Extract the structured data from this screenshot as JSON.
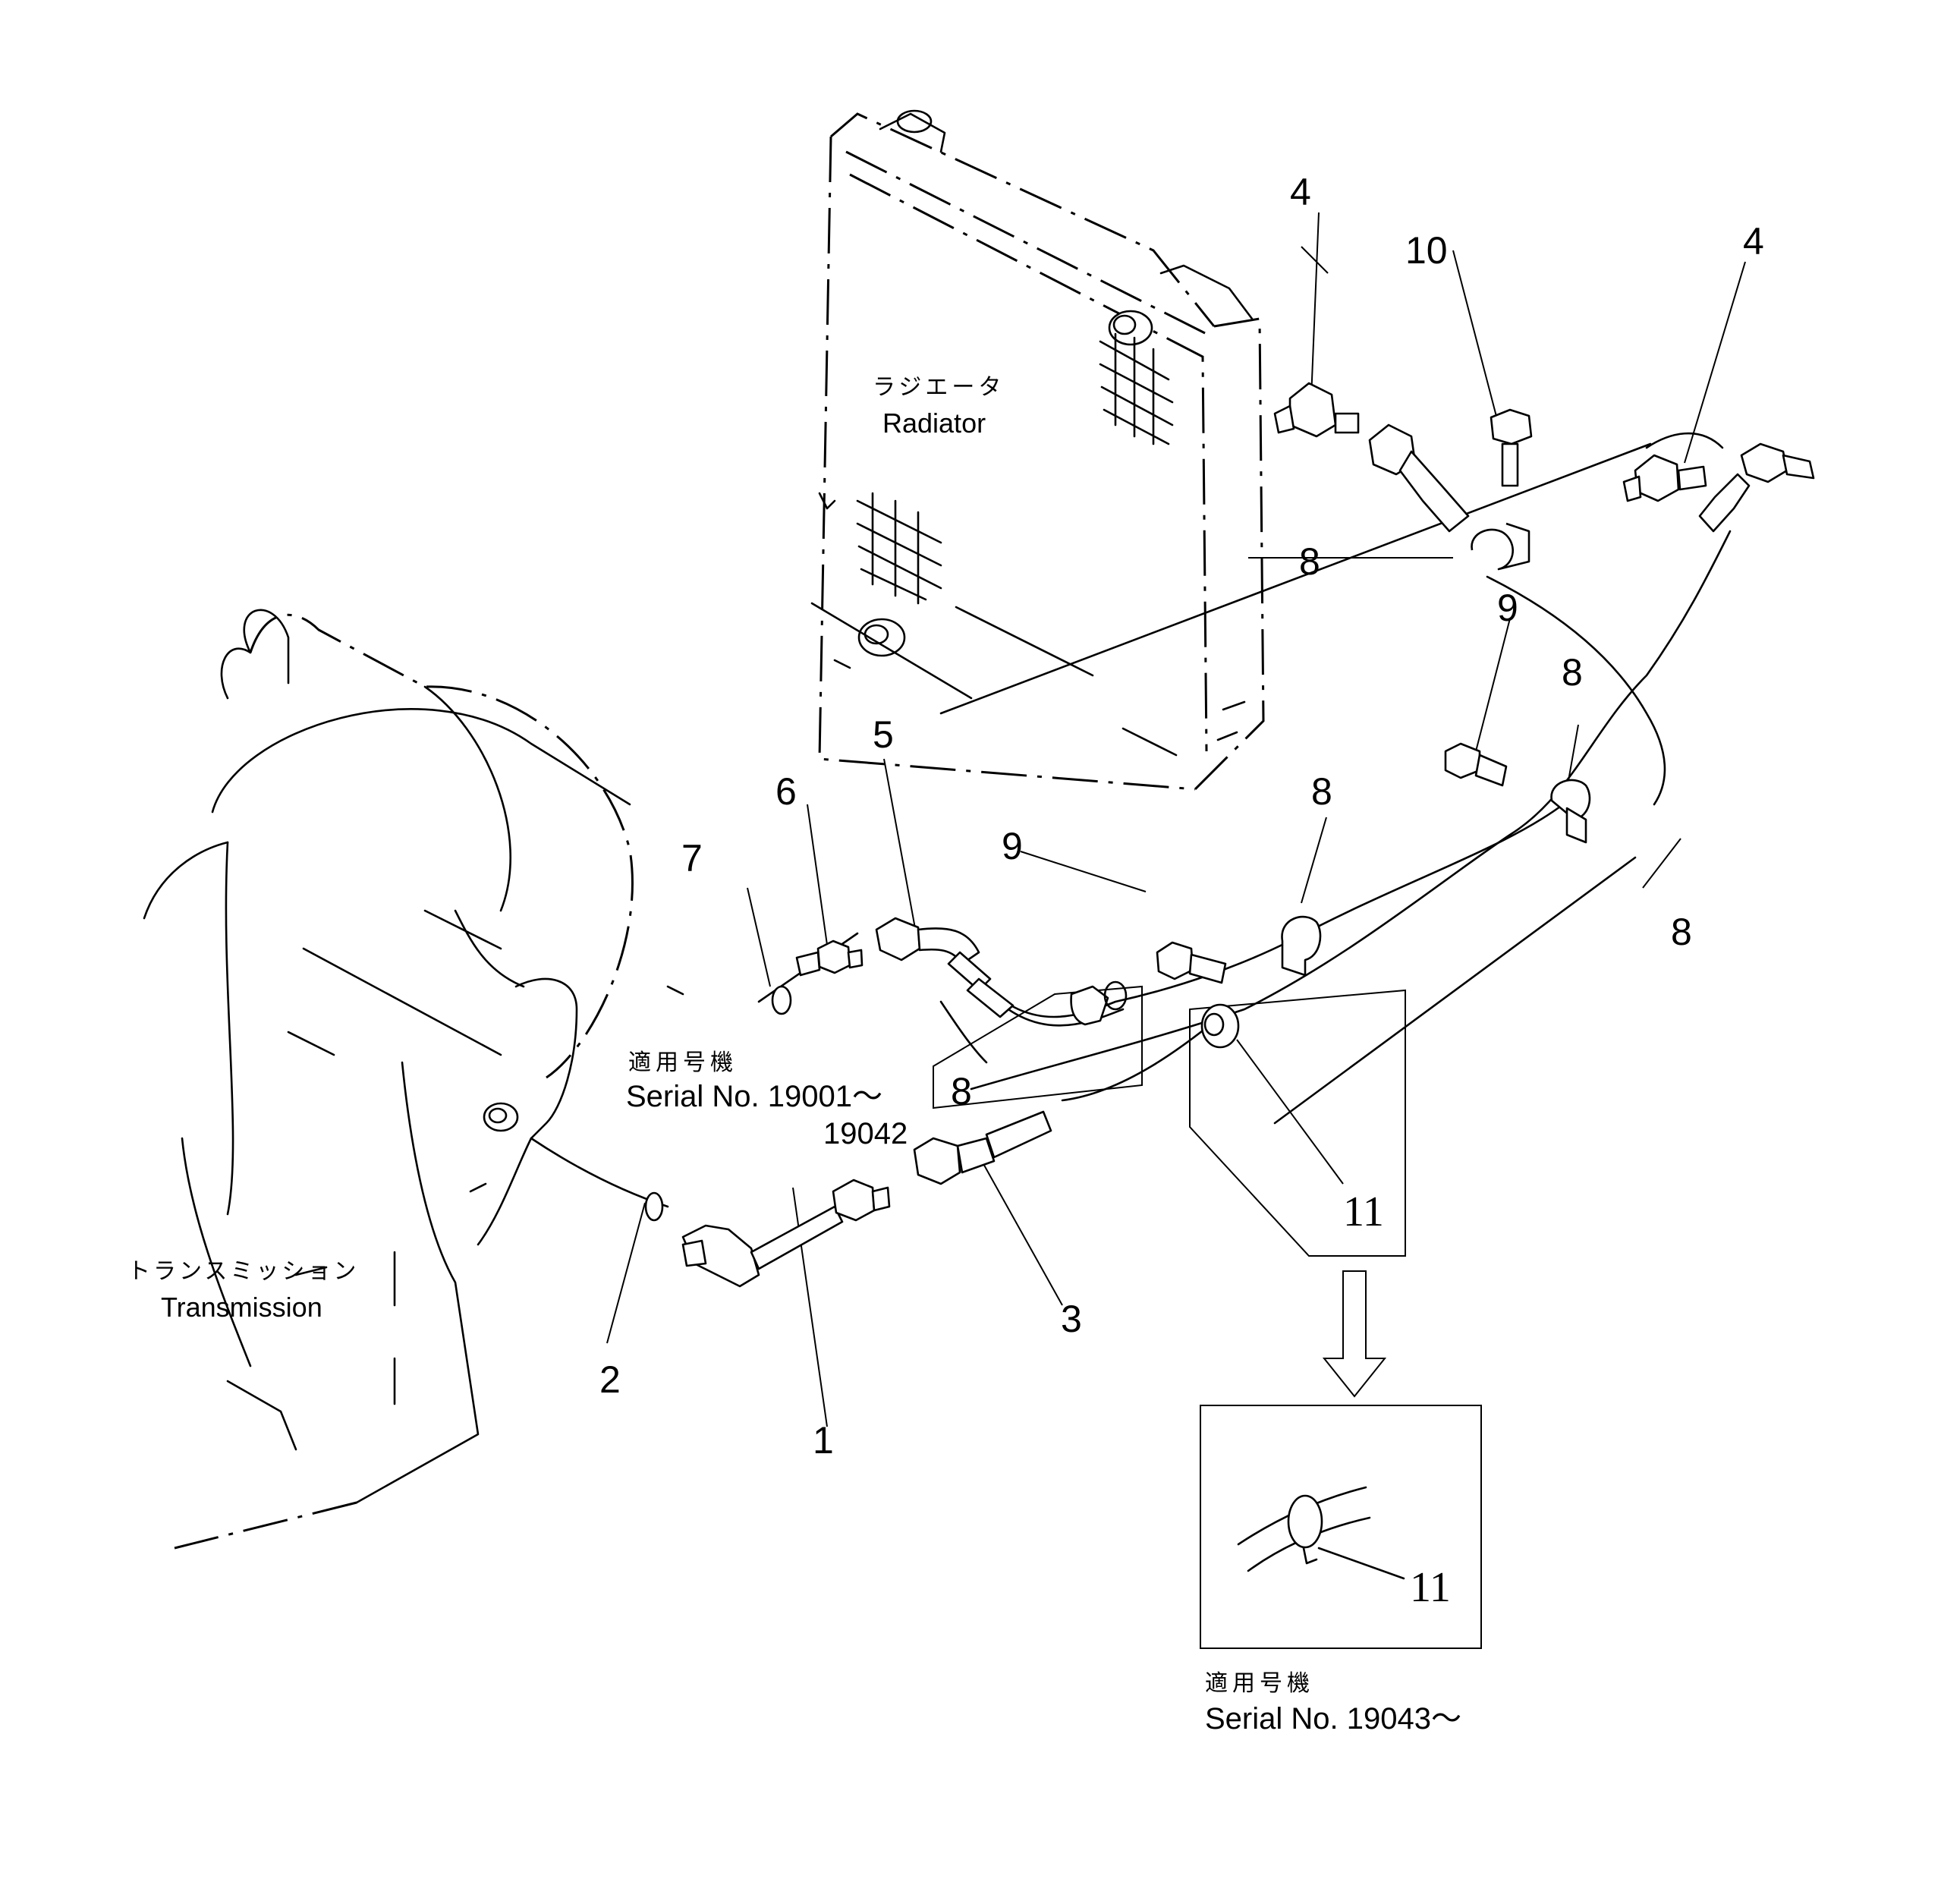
{
  "components": {
    "radiator_jp": "ラジエータ",
    "radiator_en": "Radiator",
    "transmission_jp": "トランスミッション",
    "transmission_en": "Transmission"
  },
  "callouts": {
    "p1": "1",
    "p2": "2",
    "p3": "3",
    "p4a": "4",
    "p4b": "4",
    "p5": "5",
    "p6": "6",
    "p7": "7",
    "p8a": "8",
    "p8b": "8",
    "p8c": "8",
    "p8d": "8",
    "p8e": "8",
    "p9a": "9",
    "p9b": "9",
    "p10": "10",
    "p11a": "11",
    "p11b": "11"
  },
  "notes": {
    "early_jp": "適用号機",
    "early_serial": "Serial No. 19001～",
    "early_serial_end": "19042",
    "late_jp": "適用号機",
    "late_serial": "Serial No. 19043～"
  }
}
